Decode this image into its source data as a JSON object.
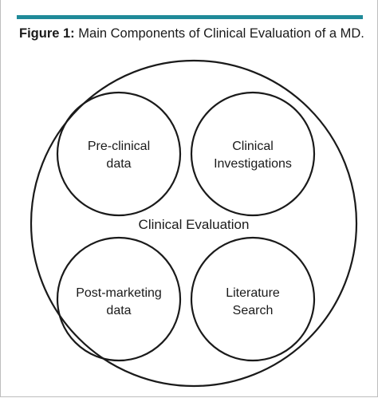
{
  "figure": {
    "label": "Figure 1:",
    "caption": "Main Components of Clinical Evaluation of a MD.",
    "accent_color": "#1f8a99"
  },
  "diagram": {
    "outer_label": "Clinical Evaluation",
    "components": [
      {
        "line1": "Pre-clinical",
        "line2": "data"
      },
      {
        "line1": "Clinical",
        "line2": "Investigations"
      },
      {
        "line1": "Post-marketing",
        "line2": "data"
      },
      {
        "line1": "Literature",
        "line2": "Search"
      }
    ]
  }
}
